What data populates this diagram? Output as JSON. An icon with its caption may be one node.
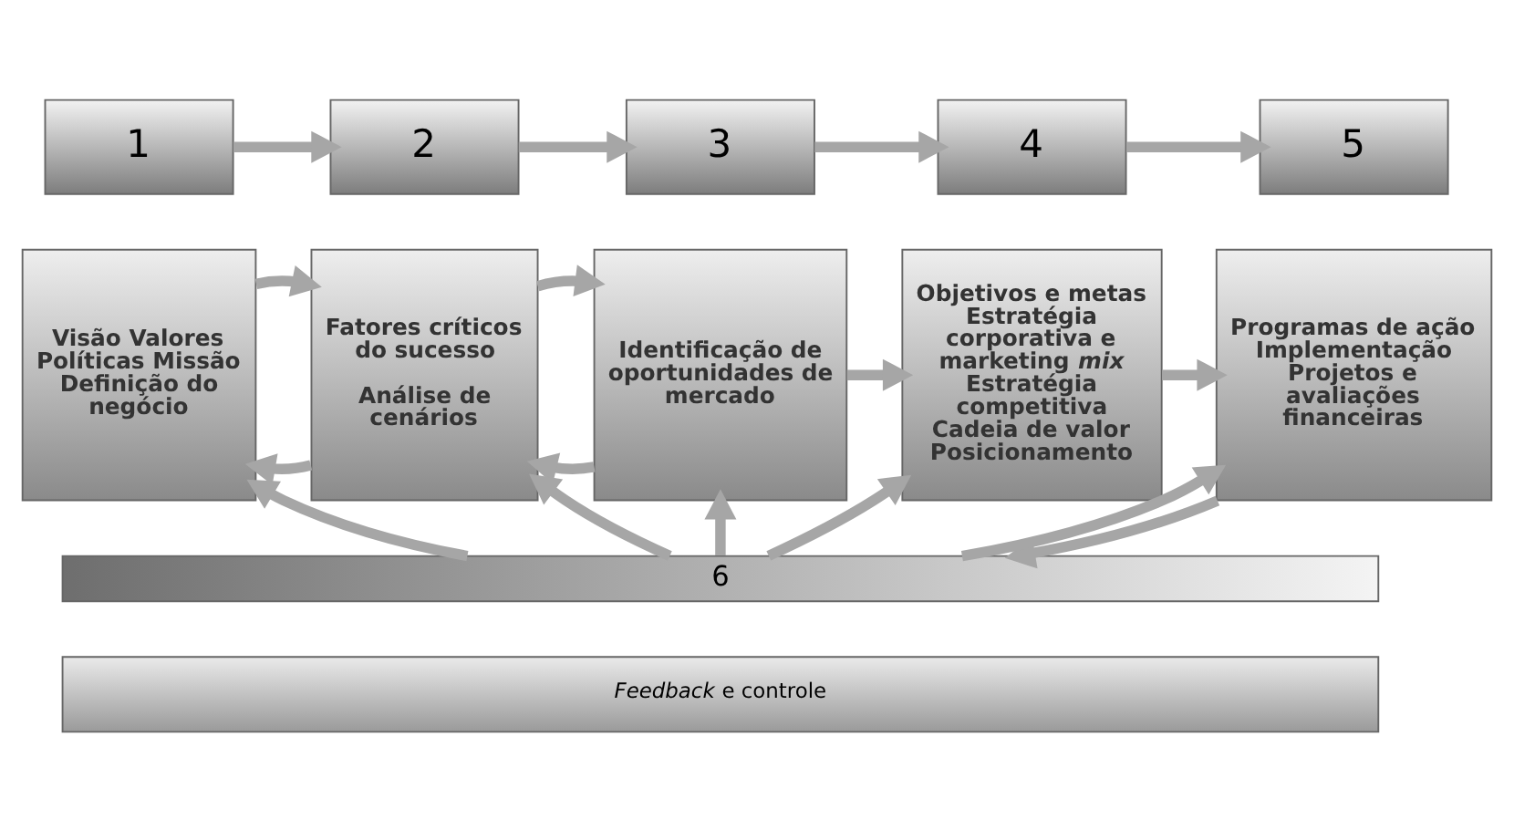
{
  "diagram": {
    "nodes": [
      {
        "text": [
          "1"
        ]
      },
      {
        "text": [
          "2"
        ]
      },
      {
        "text": [
          "3"
        ]
      },
      {
        "text": [
          "4"
        ]
      },
      {
        "text": [
          "5"
        ]
      },
      {
        "text": [
          "Visão Valores Políticas Missão Definição do negócio"
        ]
      },
      {
        "text": [
          "Fatores críticos do sucesso",
          "Análise de cenários"
        ]
      },
      {
        "text": [
          "Identificação de oportunidades de mercado"
        ]
      },
      {
        "text": [
          "Objetivos e metas Estratégia corporativa e marketing *mix* Estratégia competitiva Cadeia de valor Posicionamento"
        ]
      },
      {
        "text": [
          "Programas de ação Implementação Projetos e avaliações financeiras"
        ]
      },
      {
        "text": [
          "6"
        ]
      },
      {
        "text": [
          "*Feedback* e controle"
        ]
      }
    ],
    "edges": [
      {
        "from": 0,
        "to": 1,
        "arrow": "to"
      },
      {
        "from": 1,
        "to": 2,
        "arrow": "to"
      },
      {
        "from": 2,
        "to": 3,
        "arrow": "to"
      },
      {
        "from": 3,
        "to": 4,
        "arrow": "to"
      },
      {
        "from": 5,
        "to": 6,
        "arrow": "to"
      },
      {
        "from": 6,
        "to": 5,
        "arrow": "to"
      },
      {
        "from": 6,
        "to": 7,
        "arrow": "to"
      },
      {
        "from": 7,
        "to": 6,
        "arrow": "to"
      },
      {
        "from": 7,
        "to": 8,
        "arrow": "to"
      },
      {
        "from": 8,
        "to": 9,
        "arrow": "to"
      },
      {
        "from": 10,
        "to": 5,
        "arrow": "to"
      },
      {
        "from": 10,
        "to": 6,
        "arrow": "to"
      },
      {
        "from": 10,
        "to": 7,
        "arrow": "to"
      },
      {
        "from": 10,
        "to": 8,
        "arrow": "to"
      },
      {
        "from": 10,
        "to": 9,
        "arrow": "to"
      },
      {
        "from": 9,
        "to": 10,
        "arrow": "to"
      }
    ]
  }
}
